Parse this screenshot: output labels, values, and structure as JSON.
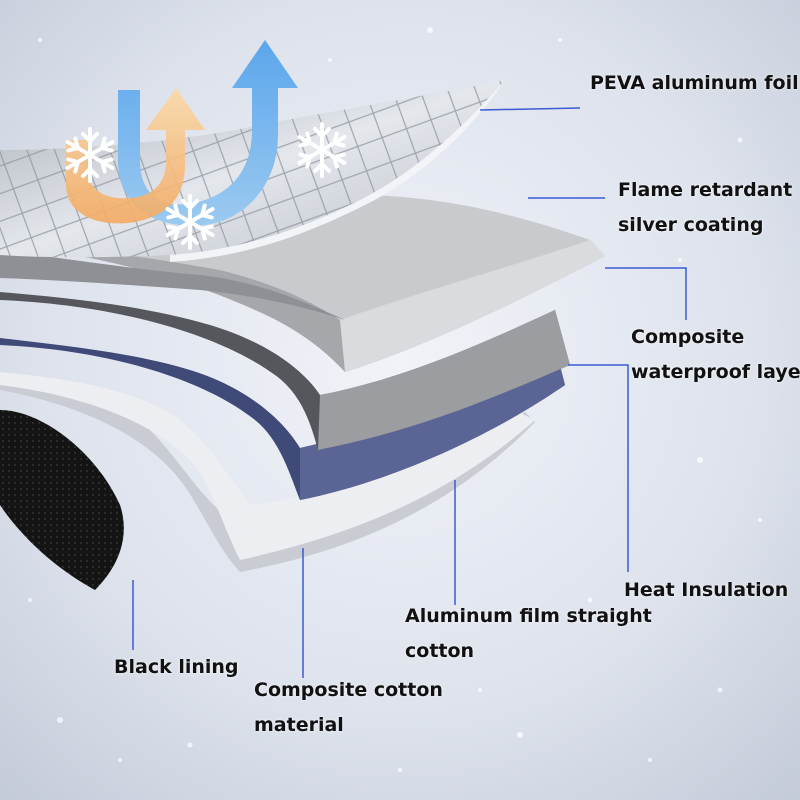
{
  "colors": {
    "snow_background": "#d9dfea",
    "leader_line": "#3b5bd6",
    "foil": "#c9ced6",
    "flame_coating": "#9a9a9a",
    "waterproof": "#5c5e63",
    "insulation": "#3f4a78",
    "film_cotton": "#e8e9ec",
    "composite_cotton": "#c9ccd2",
    "black_lining": "#141414",
    "arrow_blue": "#67aee8",
    "arrow_orange": "#f5b97a"
  },
  "icons": [
    "snowflake-icon",
    "heat-up-arrow-icon",
    "cold-u-arrow-icon"
  ],
  "labels": {
    "peva": [
      "PEVA aluminum foil"
    ],
    "flame": [
      "Flame retardant",
      "silver coating"
    ],
    "waterproof": [
      "Composite",
      "waterproof layer"
    ],
    "insulation": [
      "Heat Insulation"
    ],
    "film": [
      "Aluminum film straight",
      "cotton"
    ],
    "lining": [
      "Black lining"
    ],
    "cotton": [
      "Composite cotton",
      "material"
    ]
  }
}
